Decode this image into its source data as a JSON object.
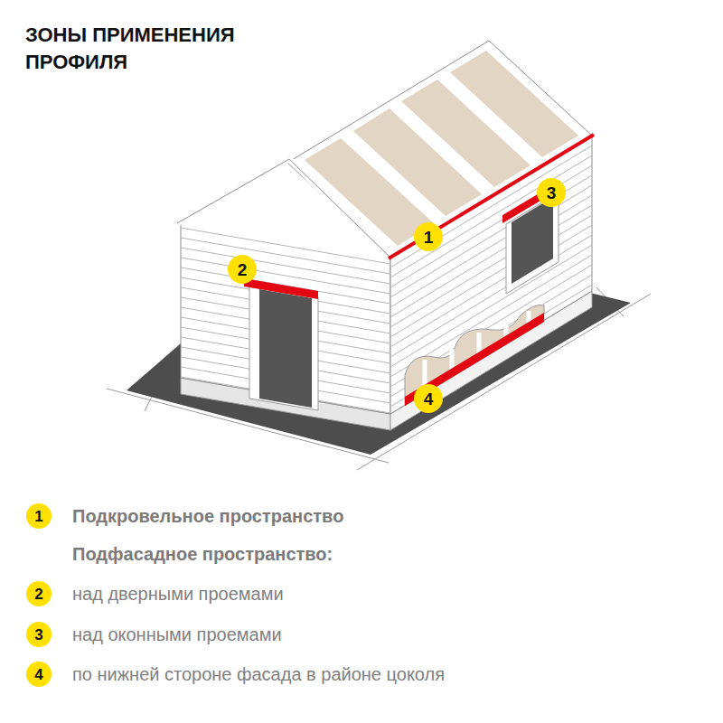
{
  "diagram": {
    "title": "ЗОНЫ ПРИМЕНЕНИЯ ПРОФИЛЯ",
    "labels": [
      "1",
      "2",
      "3",
      "4",
      "1",
      "Подкровельное пространство",
      "Подфасадное пространство:",
      "2",
      "над дверными проемами",
      "3",
      "над оконными проемами",
      "4",
      "по нижней стороне фасада в районе цоколя"
    ]
  }
}
